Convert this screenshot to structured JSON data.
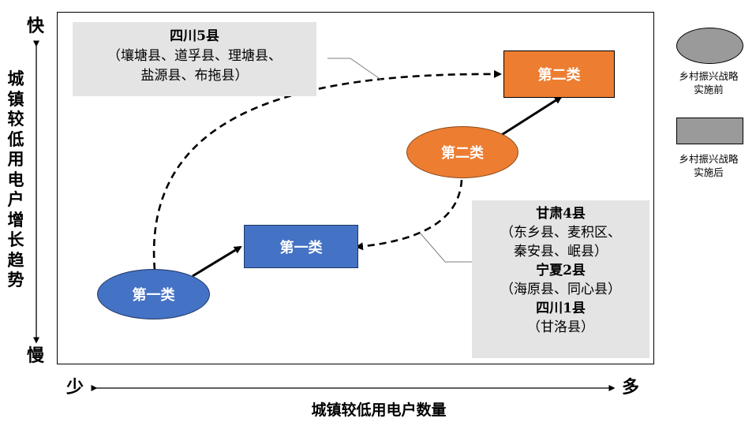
{
  "axes": {
    "y_top": "快",
    "y_bottom": "慢",
    "y_label": "城镇较低用电户增长趋势",
    "x_left": "少",
    "x_right": "多",
    "x_label": "城镇较低用电户数量"
  },
  "nodes": {
    "cat1_before": "第一类",
    "cat1_after": "第一类",
    "cat2_before": "第二类",
    "cat2_after": "第二类"
  },
  "notes": {
    "sichuan5": {
      "title": "四川5县",
      "lines": [
        "（壤塘县、道孚县、理塘县、",
        "盐源县、布拖县）"
      ]
    },
    "group": {
      "gansu_title": "甘肃4县",
      "gansu_lines": [
        "（东乡县、麦积区、",
        "秦安县、岷县）"
      ],
      "ningxia_title": "宁夏2县",
      "ningxia_line": "（海原县、同心县）",
      "sichuan_title": "四川1县",
      "sichuan_line": "（甘洛县）"
    }
  },
  "legend": {
    "before": {
      "lines": [
        "乡村振兴战略",
        "实施前"
      ]
    },
    "after": {
      "lines": [
        "乡村振兴战略",
        "实施后"
      ]
    }
  },
  "colors": {
    "blue": "#4472c4",
    "orange": "#ed7d31",
    "note_bg": "#e4e4e4",
    "legend_gray": "#9a9a9a"
  }
}
